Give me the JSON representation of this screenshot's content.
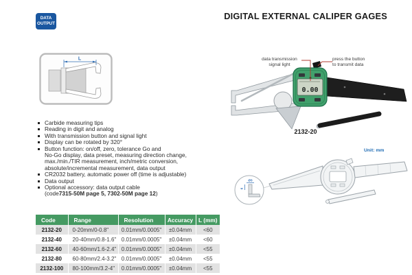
{
  "badge": {
    "line1": "DATA",
    "line2": "OUTPUT"
  },
  "title": "DIGITAL EXTERNAL CALIPER GAGES",
  "features": {
    "lines": [
      {
        "text": "Carbide measuring tips"
      },
      {
        "text": "Reading in digit and analog"
      },
      {
        "text": "With transmission button and signal light"
      },
      {
        "text": "Display can be rotated by 320°"
      },
      {
        "text": "Button function: on/off, zero, tolerance Go and"
      },
      {
        "text": "No-Go display, data preset, measuring direction change,"
      },
      {
        "text": "max./min./TIR measurement, inch/metric conversion,"
      },
      {
        "text": "absolute/incremental measurement, data output"
      },
      {
        "text": "CR2032 battery, automatic power off (time is adjustable)"
      },
      {
        "text": "Data output"
      },
      {
        "text": "Optional accessory: data output cable"
      }
    ],
    "code_line": {
      "prefix": "(code ",
      "bold": "7315-50M page 5, 7302-50M page 12",
      "suffix": ")"
    }
  },
  "product": {
    "annotation_signal": {
      "line1": "data transmission",
      "line2": "signal light"
    },
    "annotation_button": {
      "line1": "press the button",
      "line2": "to transmit data"
    },
    "model": "2132-20",
    "display_value": "0.00"
  },
  "diagram": {
    "dim_label": "L"
  },
  "outline_drawing": {
    "unit_label": "Unit: mm",
    "dim_diameter": "Ø3",
    "dim_height": "6"
  },
  "table": {
    "headers": [
      "Code",
      "Range",
      "Resolution",
      "Accuracy",
      "L (mm)"
    ],
    "rows": [
      {
        "code": "2132-20",
        "range": "0-20mm/0-0.8\"",
        "resolution": "0.01mm/0.0005\"",
        "accuracy": "±0.04mm",
        "l": "<60"
      },
      {
        "code": "2132-40",
        "range": "20-40mm/0.8-1.6\"",
        "resolution": "0.01mm/0.0005\"",
        "accuracy": "±0.04mm",
        "l": "<60"
      },
      {
        "code": "2132-60",
        "range": "40-60mm/1.6-2.4\"",
        "resolution": "0.01mm/0.0005\"",
        "accuracy": "±0.04mm",
        "l": "<55"
      },
      {
        "code": "2132-80",
        "range": "60-80mm/2.4-3.2\"",
        "resolution": "0.01mm/0.0005\"",
        "accuracy": "±0.04mm",
        "l": "<55"
      },
      {
        "code": "2132-100",
        "range": "80-100mm/3.2-4\"",
        "resolution": "0.01mm/0.0005\"",
        "accuracy": "±0.04mm",
        "l": "<55"
      }
    ]
  },
  "colors": {
    "badge_blue": "#1a57a0",
    "table_header_green": "#459a62",
    "table_row_gray": "#e2e2e2",
    "annotation_red": "#b23b31",
    "dimension_blue": "#2e6db4",
    "unit_blue": "#1f6cb4",
    "product_green": "#41a06c"
  }
}
